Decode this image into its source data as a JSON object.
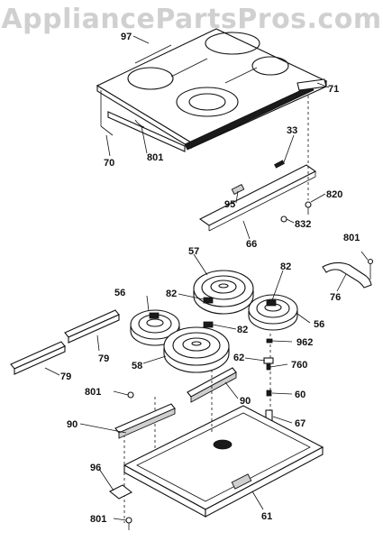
{
  "watermark": "AppliancePartsPros.com",
  "callouts": {
    "p97": "97",
    "p71": "71",
    "p70": "70",
    "p801_top": "801",
    "p33": "33",
    "p95": "95",
    "p820": "820",
    "p832": "832",
    "p66": "66",
    "p801_right": "801",
    "p57": "57",
    "p82_top": "82",
    "p82_mid": "82",
    "p82_right": "82",
    "p56_left": "56",
    "p56_right": "56",
    "p76": "76",
    "p962": "962",
    "p79_upper": "79",
    "p79_lower": "79",
    "p58": "58",
    "p62": "62",
    "p760": "760",
    "p801_mid": "801",
    "p90_right": "90",
    "p60": "60",
    "p90_left": "90",
    "p67": "67",
    "p96": "96",
    "p801_bottom": "801",
    "p61": "61"
  }
}
